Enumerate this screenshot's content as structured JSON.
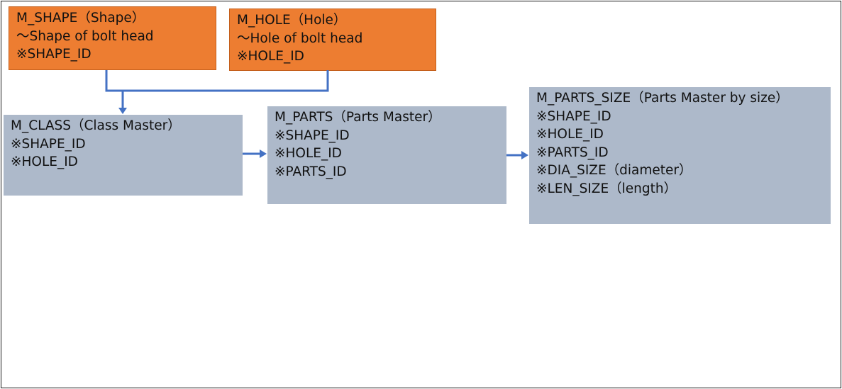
{
  "colors": {
    "orange_fill": "#ED7D31",
    "grey_fill": "#ADB9CA",
    "connector": "#4472C4"
  },
  "boxes": {
    "m_shape": {
      "lines": [
        "M_SHAPE（Shape）",
        "～Shape of bolt head",
        "※SHAPE_ID"
      ]
    },
    "m_hole": {
      "lines": [
        "M_HOLE（Hole）",
        "～Hole of bolt head",
        "※HOLE_ID"
      ]
    },
    "m_class": {
      "lines": [
        "M_CLASS（Class Master）",
        "※SHAPE_ID",
        "※HOLE_ID"
      ]
    },
    "m_parts": {
      "lines": [
        "M_PARTS（Parts Master）",
        "※SHAPE_ID",
        "※HOLE_ID",
        "※PARTS_ID"
      ]
    },
    "m_parts_size": {
      "lines": [
        "M_PARTS_SIZE（Parts Master by size）",
        "※SHAPE_ID",
        "※HOLE_ID",
        "※PARTS_ID",
        "※DIA_SIZE（diameter）",
        "※LEN_SIZE（length）"
      ]
    }
  }
}
